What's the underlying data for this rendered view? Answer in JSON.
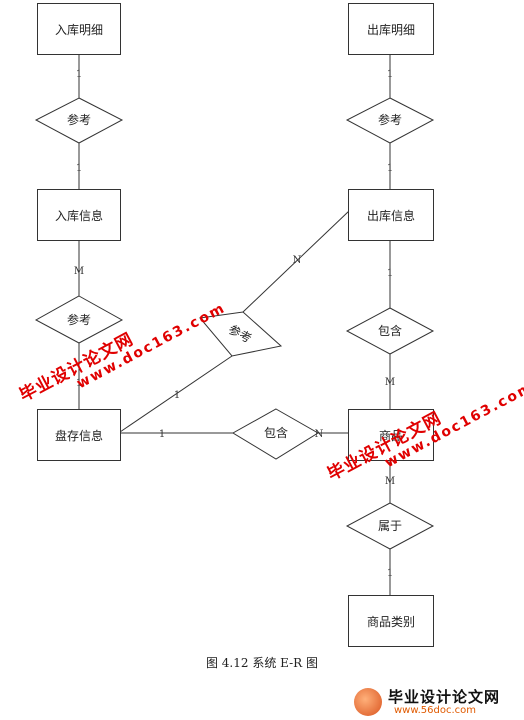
{
  "diagram": {
    "caption": "图 4.12  系统 E-R 图",
    "entities": {
      "rk_detail": "入库明细",
      "ck_detail": "出库明细",
      "rk_info": "入库信息",
      "ck_info": "出库信息",
      "pc_info": "盘存信息",
      "product": "商品",
      "category": "商品类别"
    },
    "relationships": {
      "ref1": "参考",
      "ref2": "参考",
      "ref3": "参考",
      "ref3_mid": "参考",
      "contain1": "包含",
      "contain2": "包含",
      "belong": "属于"
    },
    "cardinalities": {
      "c_rk_detail": "1",
      "c_rk_info_top": "1",
      "c_rk_info_bottom": "M",
      "c_pc_top": "1",
      "c_ck_detail": "1",
      "c_ck_info_top": "1",
      "c_ck_info_n": "N",
      "c_ck_info_bottom": "1",
      "c_product_top": "M",
      "c_pc_ref": "1",
      "c_pc_contain": "1",
      "c_contain_product": "N",
      "c_product_bottom": "M",
      "c_category": "1"
    }
  },
  "watermarks": {
    "cn": "毕业设计论文网",
    "url": "www.doc163.com",
    "logo_text": "毕业设计论文网",
    "logo_url": "www.56doc.com"
  }
}
